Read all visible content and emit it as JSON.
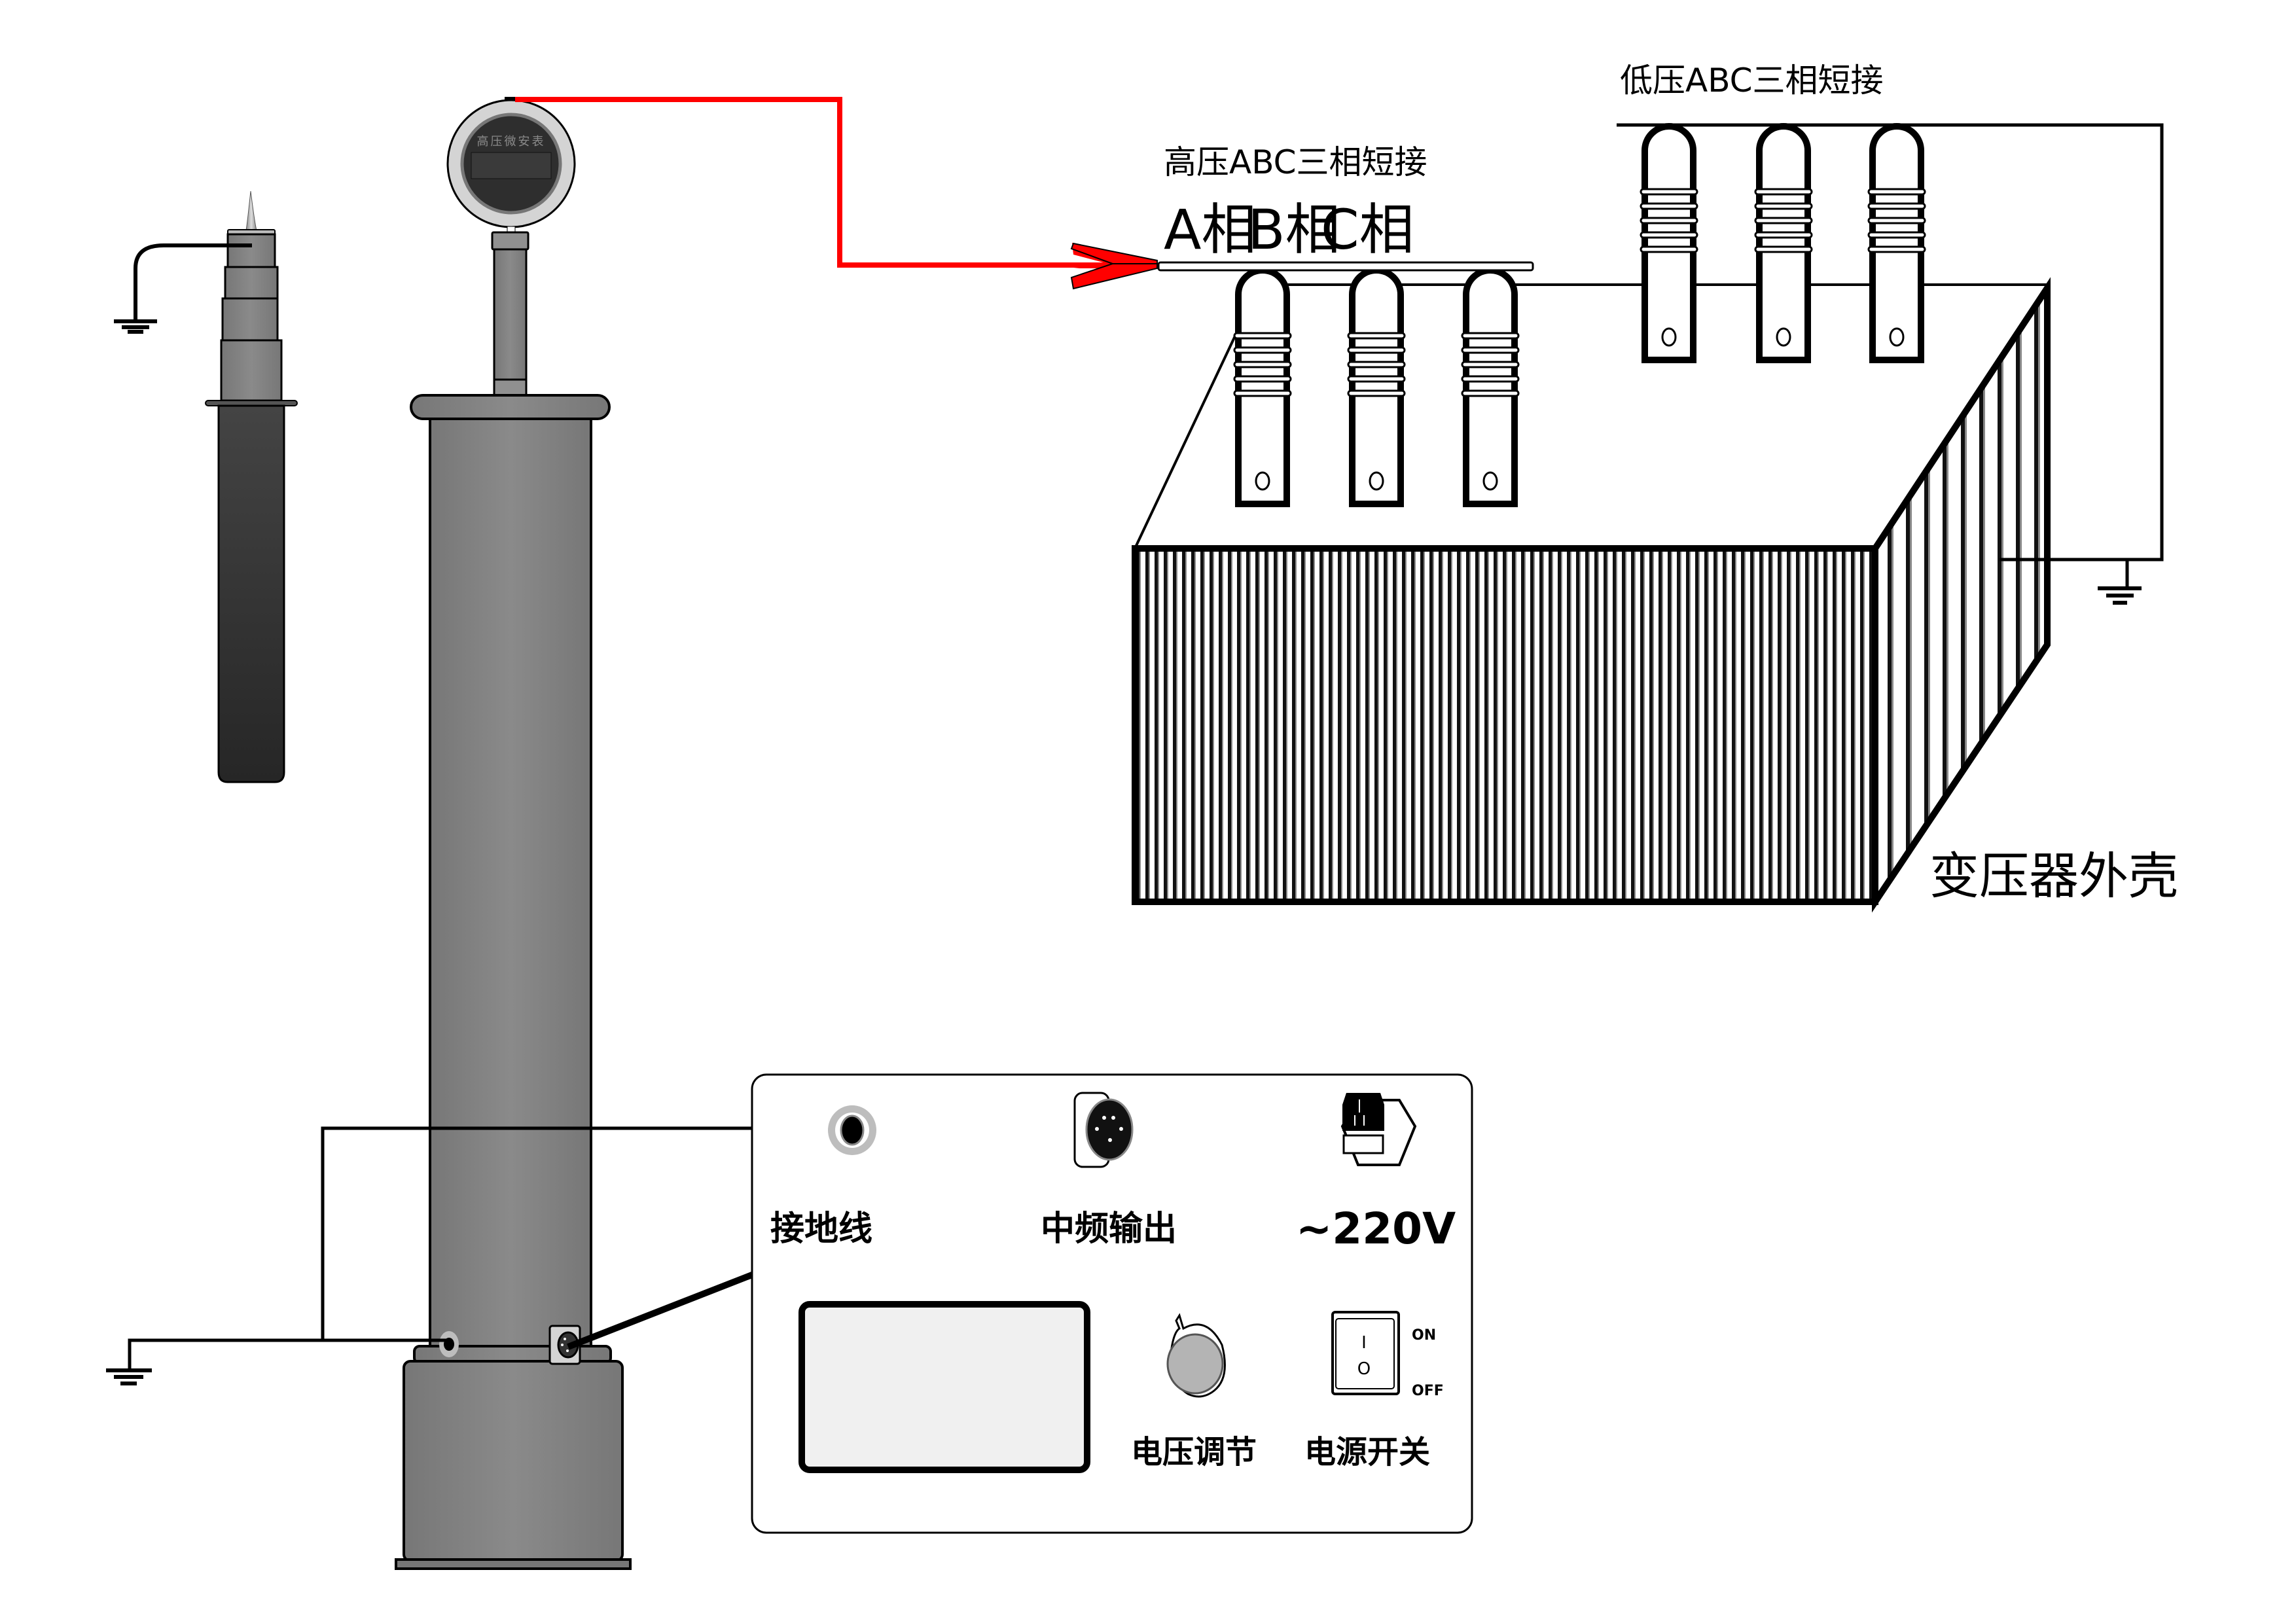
{
  "title": "变压器直流耐压试验接线示意图",
  "colors": {
    "hv_lead": "#ff0000",
    "device_gray": "#808080",
    "rod_handle": "#333333",
    "meter_face": "#2e2e2e",
    "meter_ring": "#d4d4d4",
    "display_fill": "#f0f0f0",
    "knob_fill": "#b4b4b4"
  },
  "labels": {
    "meter": "高压微安表",
    "hv_short": "高压ABC三相短接",
    "lv_short": "低压ABC三相短接",
    "phase_a": "A相",
    "phase_b": "B相",
    "phase_c": "C相",
    "transformer_case": "变压器外壳"
  },
  "panel": {
    "ground_terminal": "接地线",
    "mf_output": "中频输出",
    "power_input": "~220V",
    "voltage_adjust": "电压调节",
    "power_switch": "电源开关",
    "switch_on": "ON",
    "switch_off": "OFF",
    "switch_on_glyph": "I",
    "switch_off_glyph": "O"
  },
  "components": {
    "discharge_rod": "discharge-rod",
    "generator": "hv-generator",
    "transformer": "transformer",
    "control_box": "control-box"
  }
}
